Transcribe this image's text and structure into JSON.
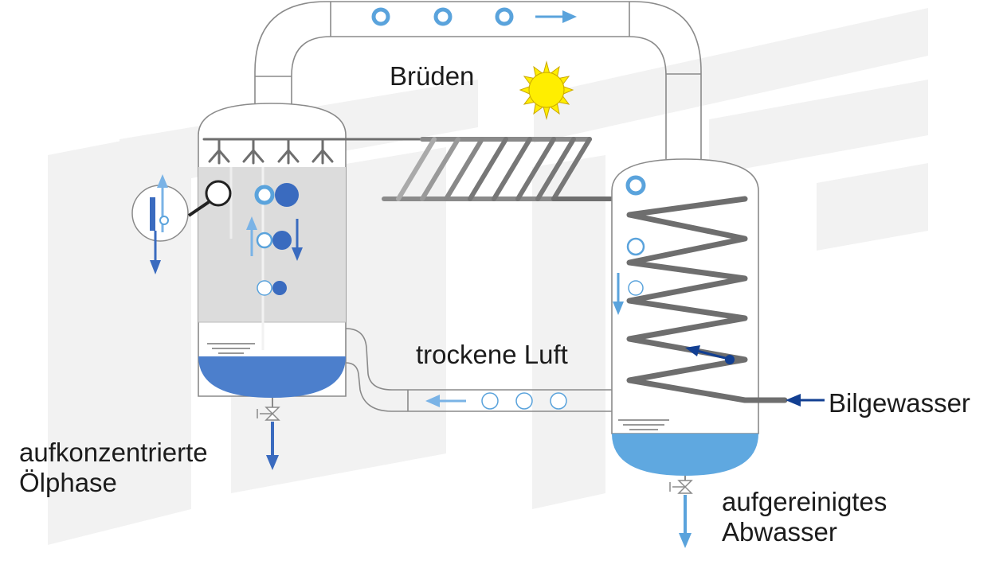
{
  "labels": {
    "brueden": "Brüden",
    "trockene_luft": "trockene Luft",
    "bilgewasser": "Bilgewasser",
    "oelphase_line1": "aufkonzentrierte",
    "oelphase_line2": "Ölphase",
    "abwasser_line1": "aufgereinigtes",
    "abwasser_line2": "Abwasser"
  },
  "colors": {
    "pipe_outline": "#8a8a8a",
    "coil": "#6e6e6e",
    "light_blue": "#5aa3dc",
    "dark_blue": "#3a6bbf",
    "navy_arrow": "#123f92",
    "concentrate_liquid": "#4c7fcc",
    "clean_water": "#5fa8e0",
    "vessel_fill": "#dcdcdc",
    "sun": "#ffee00"
  }
}
